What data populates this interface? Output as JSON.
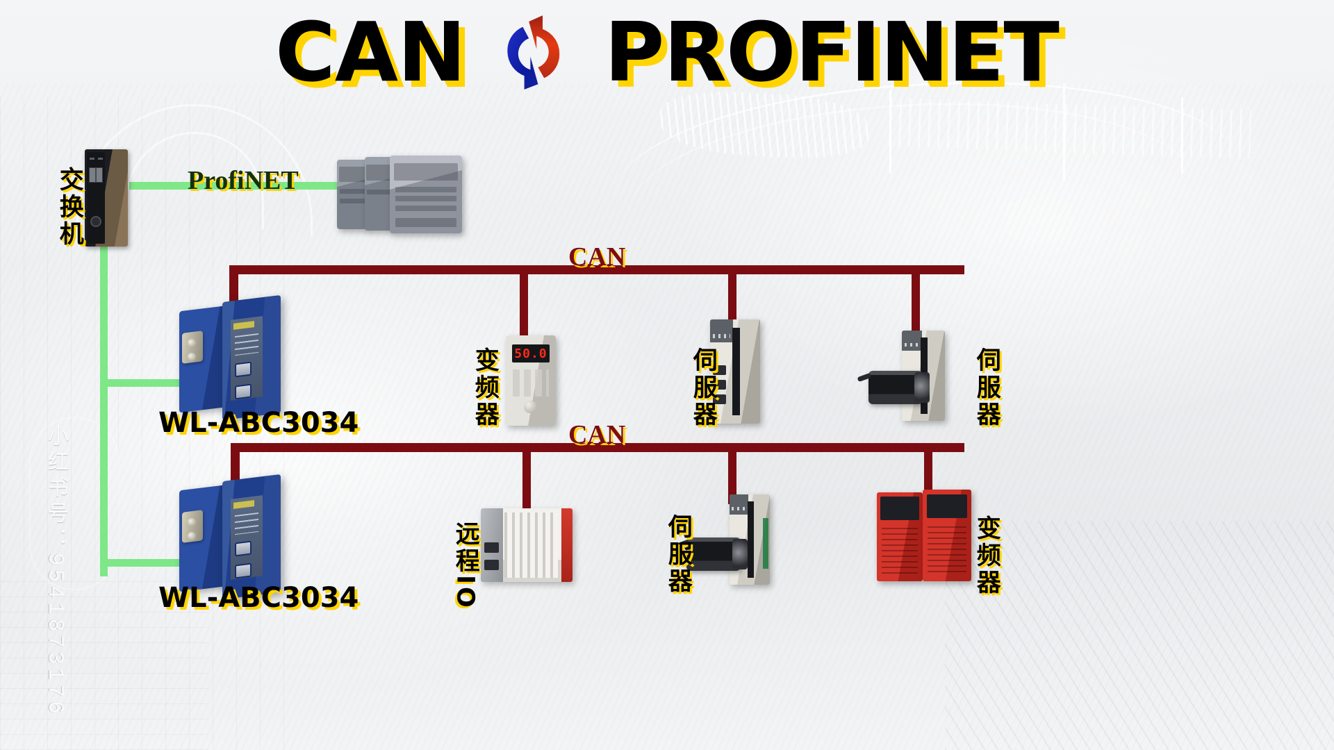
{
  "title": {
    "left_word": "CAN",
    "right_word": "PROFINET",
    "swap_icon": "bidirectional-swap-arrows-icon",
    "text_color": "#000000",
    "shadow_color": "#ffd400"
  },
  "network": {
    "profinet_label": "ProfiNET",
    "profinet_color": "#7ee787",
    "can_label_top": "CAN",
    "can_label_bottom": "CAN",
    "can_bus_color": "#7b0d12"
  },
  "nodes": {
    "switch": {
      "label": "交换机",
      "icon": "ethernet-switch-icon"
    },
    "plc": {
      "icon": "plc-controller-icon"
    },
    "gateway_top": {
      "label": "WL-ABC3034",
      "icon": "protocol-gateway-icon"
    },
    "gateway_bottom": {
      "label": "WL-ABC3034",
      "icon": "protocol-gateway-icon"
    }
  },
  "bus_top": {
    "label": "CAN",
    "devices": [
      {
        "label": "变频器",
        "icon": "vfd-inverter-icon",
        "display": "50.0"
      },
      {
        "label": "伺服器",
        "icon": "servo-drive-icon"
      },
      {
        "label": "伺服器",
        "icon": "servo-motor-drive-icon"
      }
    ]
  },
  "bus_bottom": {
    "label": "CAN",
    "devices": [
      {
        "label": "远程IO",
        "icon": "remote-io-module-icon"
      },
      {
        "label": "伺服器",
        "icon": "servo-motor-drive-icon"
      },
      {
        "label": "变频器",
        "icon": "red-vfd-inverter-icon"
      }
    ]
  },
  "watermark": {
    "text": "小红书号：9541873176"
  }
}
